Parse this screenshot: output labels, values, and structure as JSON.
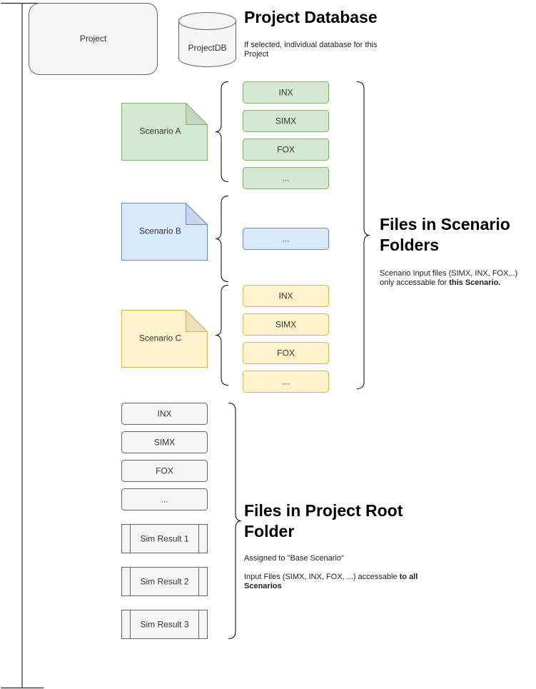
{
  "project": {
    "label": "Project"
  },
  "database": {
    "cylinder_label": "ProjectDB",
    "title": "Project Database",
    "description": "If selected, individual database for this Project"
  },
  "scenarios": [
    {
      "label": "Scenario A",
      "fill": "#d5e8d4",
      "stroke": "#82b366",
      "files": [
        "INX",
        "SIMX",
        "FOX",
        "..."
      ]
    },
    {
      "label": "Scenario B",
      "fill": "#dae8fc",
      "stroke": "#6c8ebf",
      "files": [
        "..."
      ]
    },
    {
      "label": "Scenario C",
      "fill": "#fff2cc",
      "stroke": "#d6b656",
      "files": [
        "INX",
        "SIMX",
        "FOX",
        "..."
      ]
    }
  ],
  "scenario_folders": {
    "title": "Files in Scenario Folders",
    "description_prefix": "Scenario Input files (SIMX, INX, FOX,..) only accessable for ",
    "description_bold": "this Scenario."
  },
  "root_files": [
    "INX",
    "SIMX",
    "FOX",
    "..."
  ],
  "sim_results": [
    "Sim Result 1",
    "Sim Result 2",
    "Sim Result 3"
  ],
  "root_folder": {
    "title": "Files in Project Root Folder",
    "assigned": "Assigned to \"Base Scenario\"",
    "description_prefix": "Input Files (SIMX, INX, FOX, ...) accessable ",
    "description_bold": "to all Scenarios"
  },
  "colors": {
    "neutral_fill": "#f5f5f5",
    "neutral_stroke": "#666666",
    "text": "#333333"
  }
}
